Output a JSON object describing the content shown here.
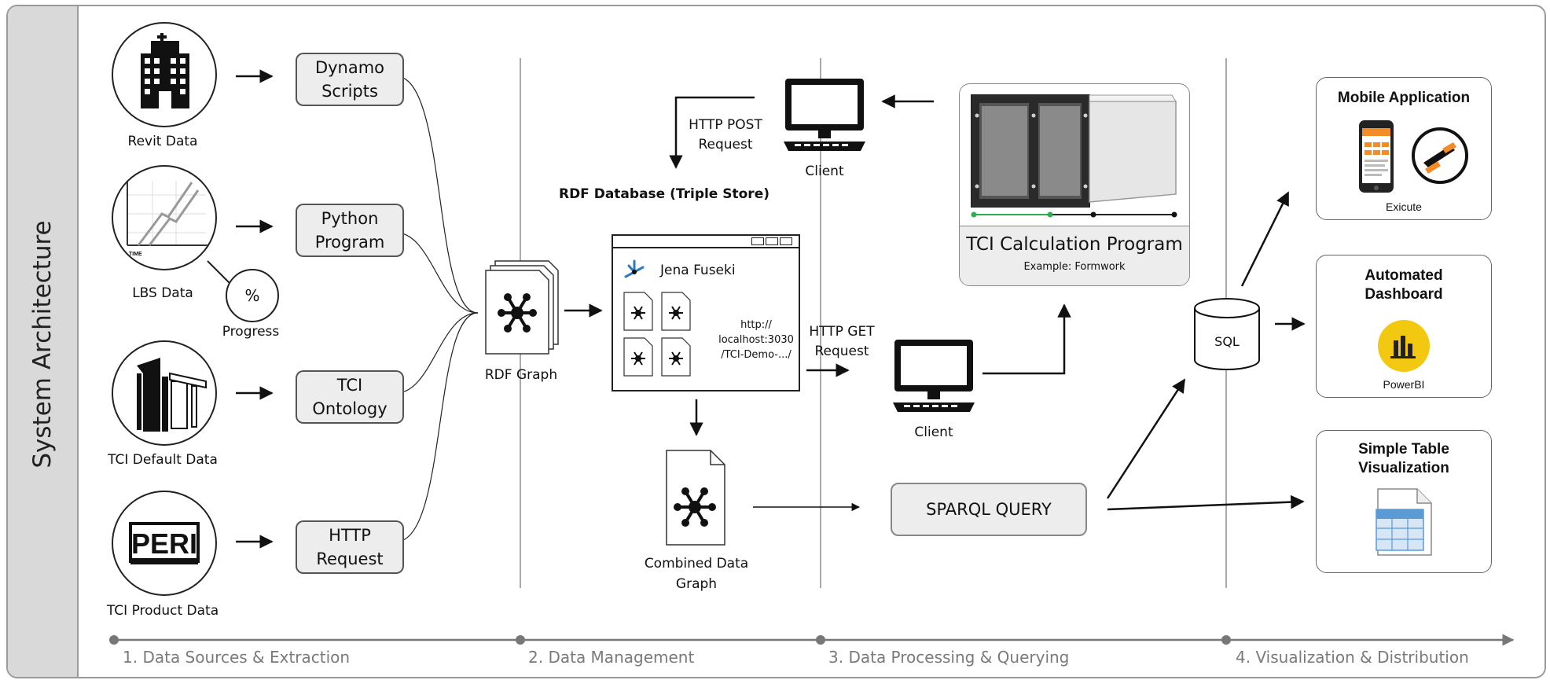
{
  "sidebar": {
    "title": "System Architecture"
  },
  "sources": [
    {
      "icon": "building-icon",
      "label": "Revit Data",
      "tool": "Dynamo Scripts"
    },
    {
      "icon": "lbs-chart-icon",
      "label": "LBS Data",
      "tool": "Python Program",
      "extra": {
        "symbol": "%",
        "label": "Progress"
      }
    },
    {
      "icon": "formwork-icon",
      "label": "TCI Default Data",
      "tool": "TCI Ontology"
    },
    {
      "icon": "peri-logo-icon",
      "label": "TCI Product Data",
      "tool": "HTTP Request"
    }
  ],
  "lbs_axis_label": "TIME",
  "peri_logo_text": "PERI",
  "rdf_graph": {
    "label": "RDF Graph"
  },
  "database": {
    "heading": "RDF Database (Triple Store)",
    "app_name": "Jena Fuseki",
    "url": "http://\nlocalhost:3030\n/TCI-Demo-.../"
  },
  "combined_graph": {
    "label": "Combined Data\nGraph"
  },
  "clients": {
    "top_label": "Client",
    "bottom_label": "Client",
    "post_request": "HTTP POST\nRequest",
    "get_request": "HTTP GET\nRequest"
  },
  "calc_program": {
    "title": "TCI Calculation Program",
    "subtitle": "Example: Formwork"
  },
  "sparql": {
    "label": "SPARQL QUERY"
  },
  "sql": {
    "label": "SQL"
  },
  "outputs": {
    "mobile": {
      "title": "Mobile Application",
      "caption": "Exicute"
    },
    "dashboard": {
      "title": "Automated\nDashboard",
      "caption": "PowerBI"
    },
    "table": {
      "title": "Simple Table\nVisualization"
    }
  },
  "stages": [
    "1. Data Sources & Extraction",
    "2. Data Management",
    "3. Data Processing & Querying",
    "4. Visualization & Distribution"
  ],
  "colors": {
    "sidebar": "#d9d9d9",
    "box_fill": "#ededed",
    "stage_text": "#7a7a7a",
    "powerbi_yellow": "#f2c811",
    "jena_blue": "#2f78c4",
    "phone_orange": "#f28c28",
    "table_blue": "#5b9bd5",
    "green_dot": "#2fae4f"
  }
}
